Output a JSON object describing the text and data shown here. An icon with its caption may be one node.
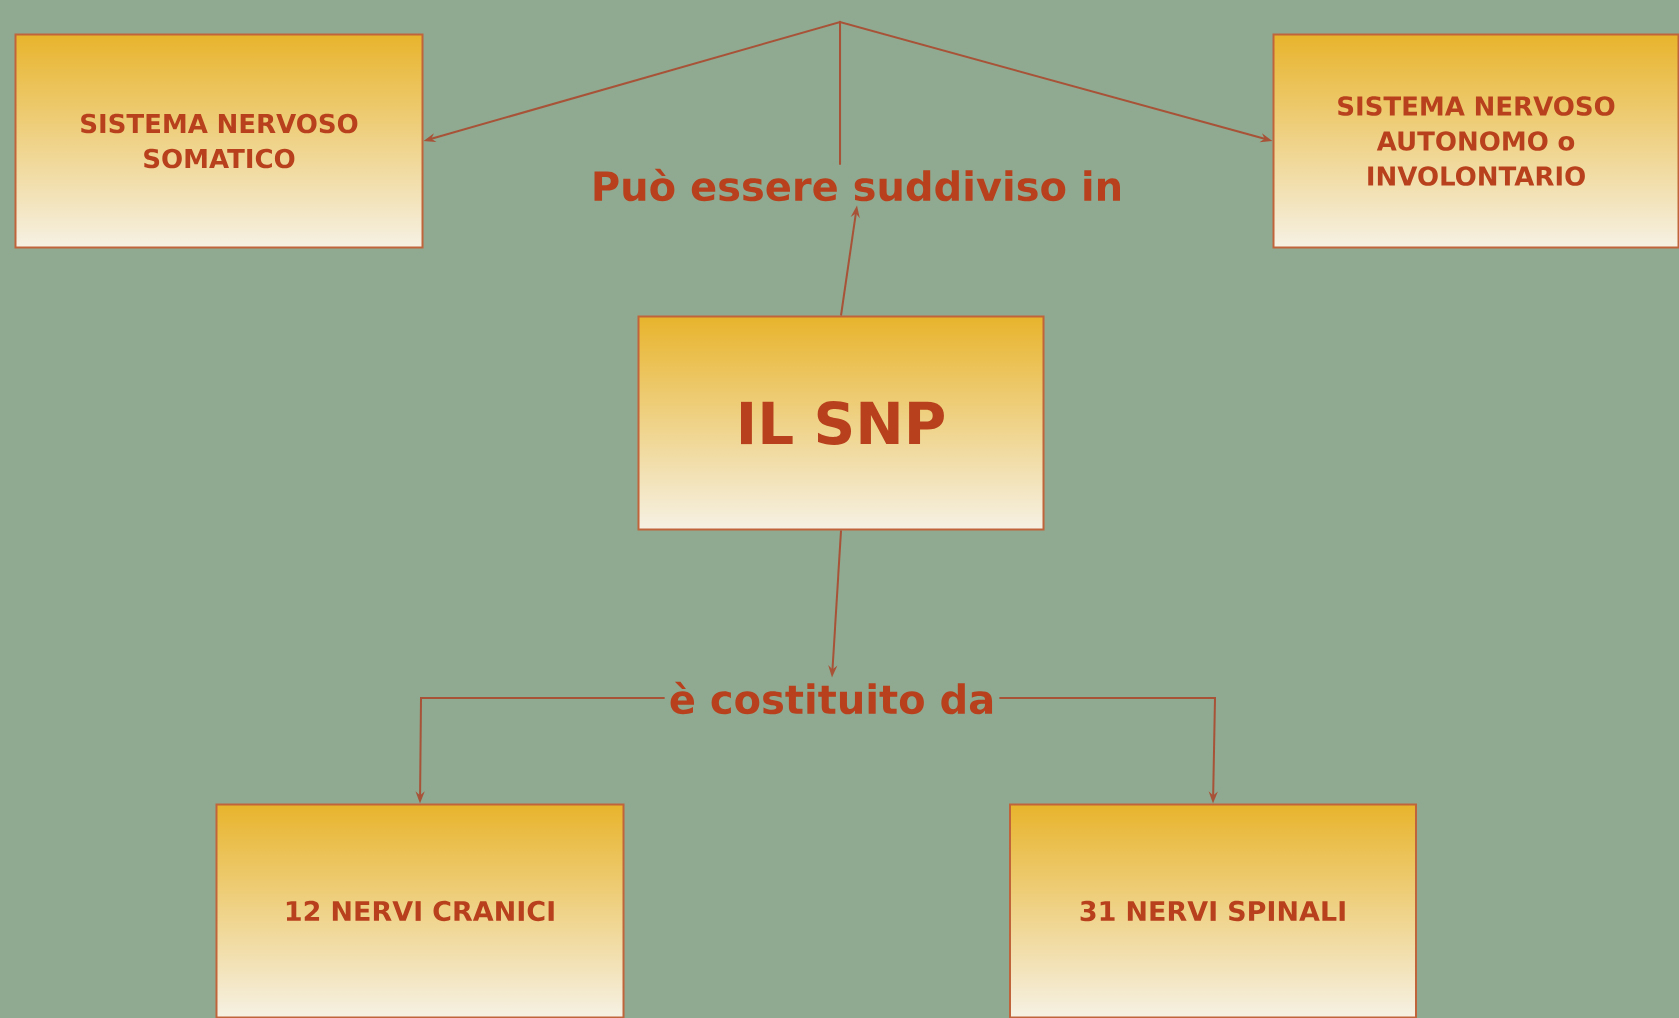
{
  "diagram": {
    "nodes": [
      {
        "text": [
          "SISTEMA NERVOSO SOMATICO"
        ]
      },
      {
        "text": [
          "Può essere suddiviso in"
        ]
      },
      {
        "text": [
          "SISTEMA NERVOSO AUTONOMO o INVOLONTARIO"
        ]
      },
      {
        "text": [
          "IL SNP"
        ]
      },
      {
        "text": [
          "è costituito da"
        ]
      },
      {
        "text": [
          "12 NERVI CRANICI"
        ]
      },
      {
        "text": [
          "31 NERVI SPINALI"
        ]
      }
    ],
    "edges": [
      {
        "from": 3,
        "to": 1,
        "arrow": "to"
      },
      {
        "from": 1,
        "to": 0,
        "arrow": "to"
      },
      {
        "from": 1,
        "to": 2,
        "arrow": "to"
      },
      {
        "from": 3,
        "to": 4,
        "arrow": "to"
      },
      {
        "from": 4,
        "to": 5,
        "arrow": "to"
      },
      {
        "from": 4,
        "to": 6,
        "arrow": "to"
      }
    ]
  }
}
